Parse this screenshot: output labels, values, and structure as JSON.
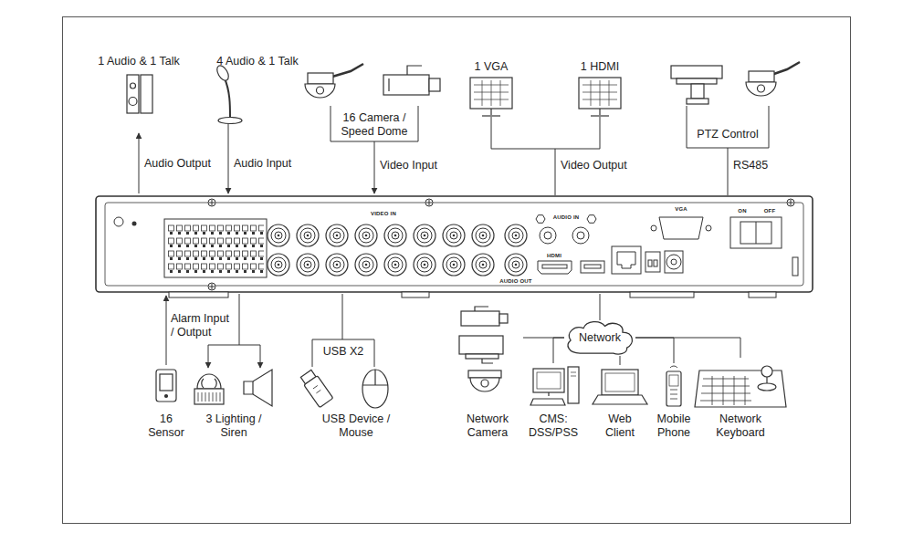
{
  "diagram": {
    "nodes": [
      {
        "text": [
          "Network"
        ]
      },
      {
        "text": [
          "Network Camera"
        ]
      },
      {
        "text": [
          "CMS: DSS/PSS"
        ]
      },
      {
        "text": [
          "Web Client"
        ]
      },
      {
        "text": [
          "Mobile Phone"
        ]
      },
      {
        "text": [
          "Network Keyboard"
        ]
      }
    ],
    "edges": [
      {
        "from": 0,
        "to": 1,
        "arrow": "none"
      },
      {
        "from": 0,
        "to": 2,
        "arrow": "none"
      },
      {
        "from": 0,
        "to": 3,
        "arrow": "none"
      },
      {
        "from": 0,
        "to": 4,
        "arrow": "none"
      },
      {
        "from": 0,
        "to": 5,
        "arrow": "none"
      }
    ],
    "labels": [
      "1 Audio & 1 Talk",
      "4 Audio & 1 Talk",
      "16 Camera / Speed Dome",
      "1 VGA",
      "1 HDMI",
      "PTZ Control",
      "Audio Output",
      "Audio Input",
      "Video Input",
      "Video Output",
      "RS485",
      "Alarm Input / Output",
      "16 Sensor",
      "3 Lighting / Siren",
      "USB X2",
      "USB Device / Mouse",
      "VIDEO IN",
      "AUDIO IN",
      "AUDIO OUT",
      "HDMI",
      "VGA",
      "ON",
      "OFF"
    ]
  }
}
